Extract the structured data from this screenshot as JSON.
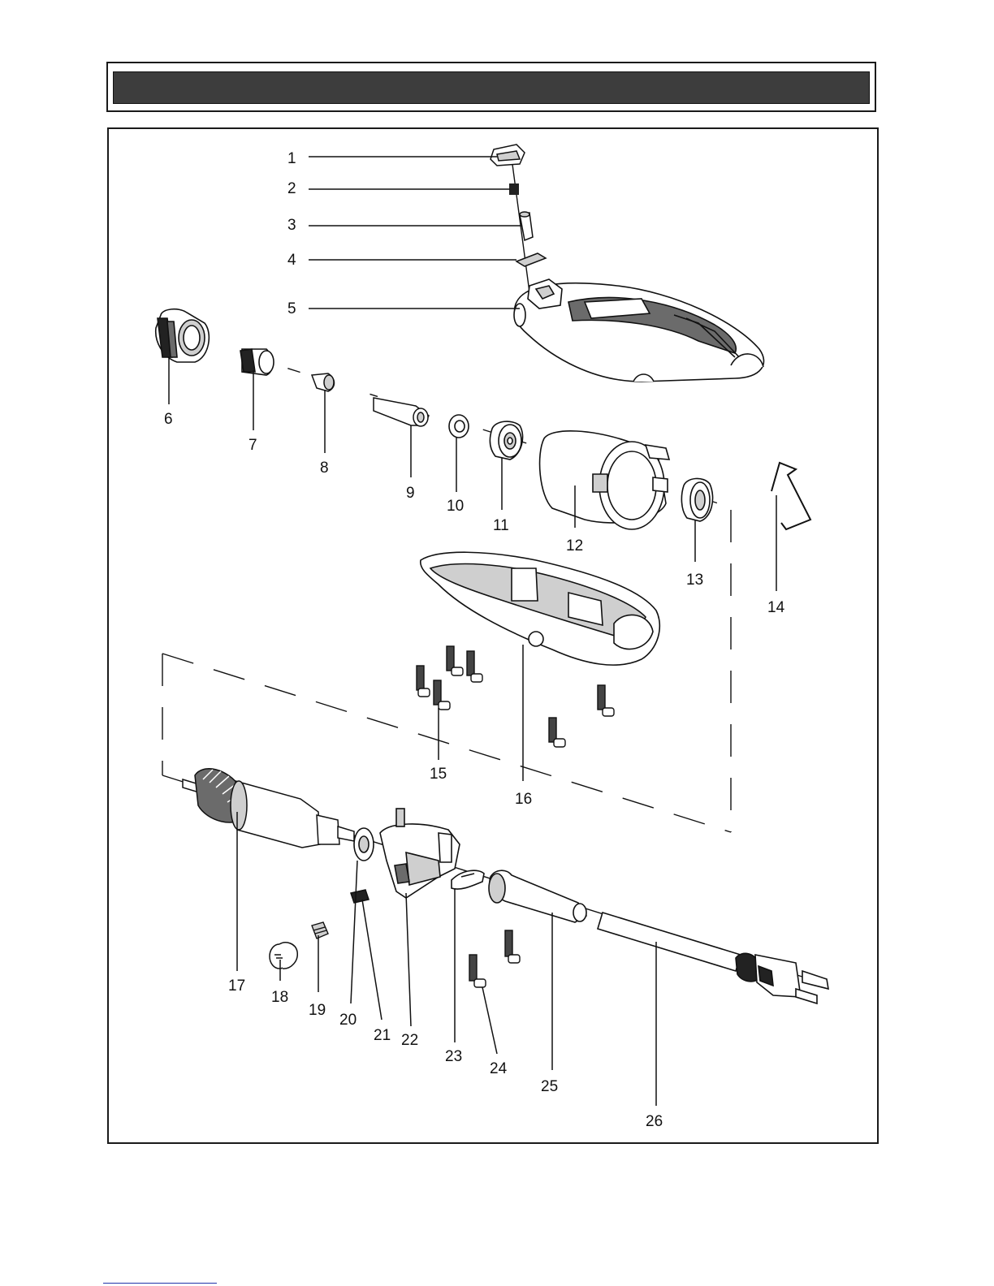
{
  "parts": [
    {
      "number": "1"
    },
    {
      "number": "2"
    },
    {
      "number": "3"
    },
    {
      "number": "4"
    },
    {
      "number": "5"
    },
    {
      "number": "6"
    },
    {
      "number": "7"
    },
    {
      "number": "8"
    },
    {
      "number": "9"
    },
    {
      "number": "10"
    },
    {
      "number": "11"
    },
    {
      "number": "12"
    },
    {
      "number": "13"
    },
    {
      "number": "14"
    },
    {
      "number": "15"
    },
    {
      "number": "16"
    },
    {
      "number": "17"
    },
    {
      "number": "18"
    },
    {
      "number": "19"
    },
    {
      "number": "20"
    },
    {
      "number": "21"
    },
    {
      "number": "22"
    },
    {
      "number": "23"
    },
    {
      "number": "24"
    },
    {
      "number": "25"
    },
    {
      "number": "26"
    }
  ],
  "colors": {
    "line": "#111111",
    "header_fill": "#3d3d3d",
    "part_fill": "#ffffff",
    "part_shade": "#cfcfcf",
    "part_dark": "#6b6b6b"
  }
}
